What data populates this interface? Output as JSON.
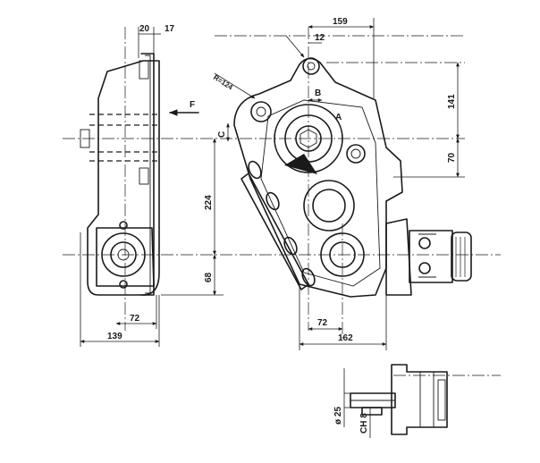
{
  "dimensions": {
    "d20": "20",
    "d17": "17",
    "d159": "159",
    "d12": "12",
    "d141": "141",
    "d70": "70",
    "d224": "224",
    "d68": "68",
    "d72_left": "72",
    "d139": "139",
    "d72_right": "72",
    "d162": "162",
    "radius": "R=124",
    "shaft_dia": "ø 25",
    "key": "CH 8"
  },
  "labels": {
    "force": "F",
    "b": "B",
    "c": "C",
    "a": "A"
  }
}
